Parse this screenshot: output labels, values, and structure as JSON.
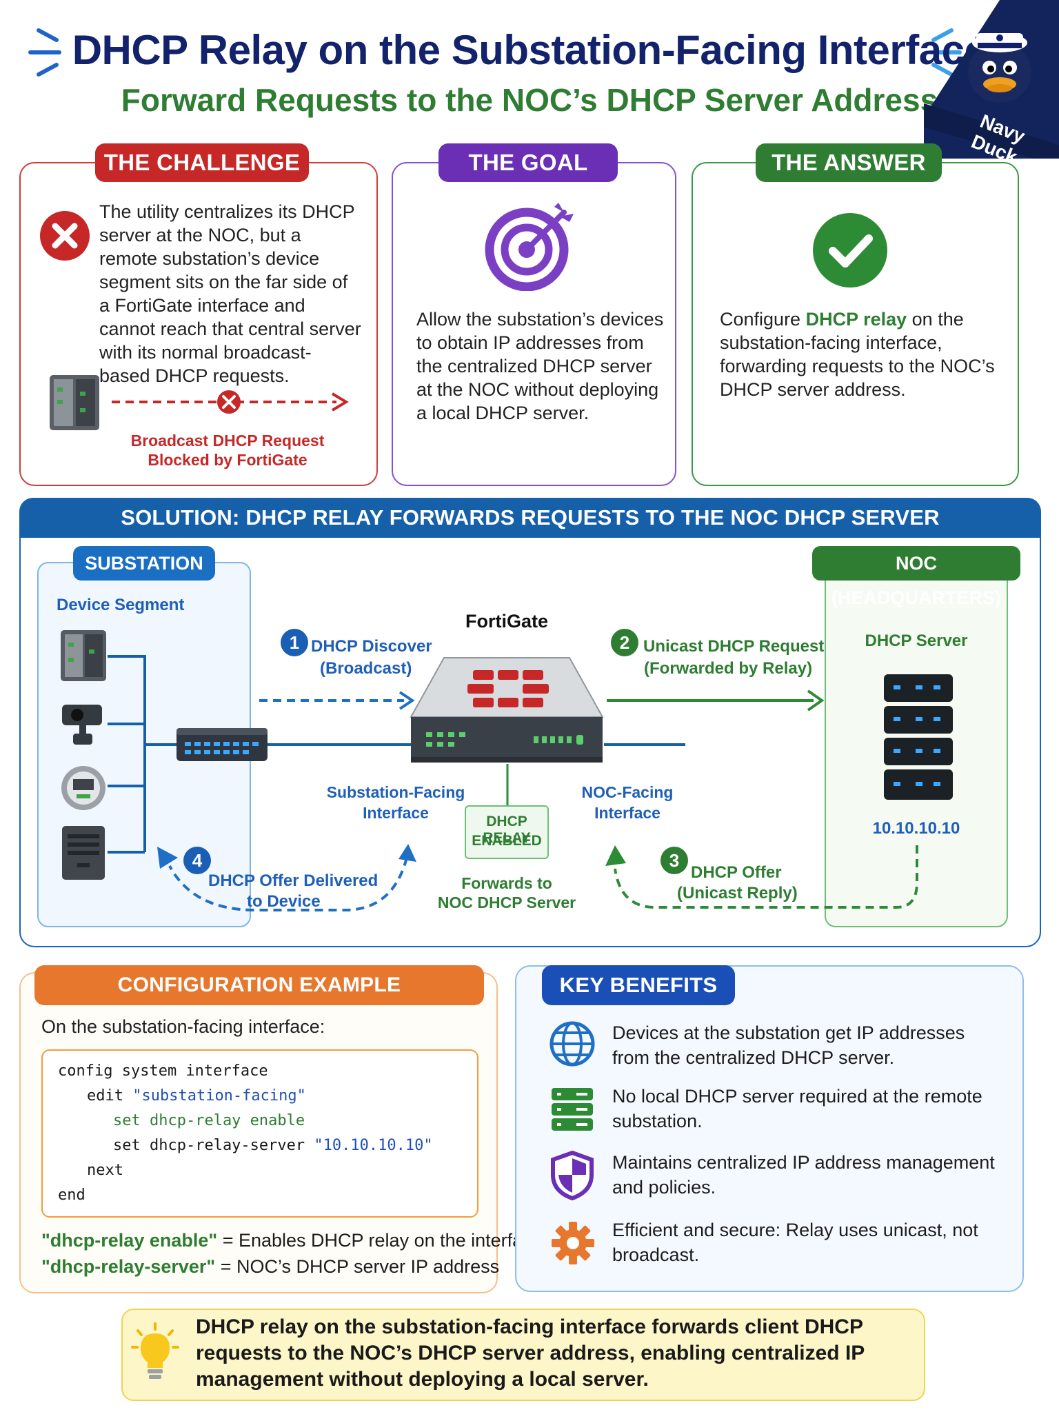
{
  "header": {
    "title": "DHCP Relay on the Substation-Facing Interface",
    "subtitle": "Forward Requests to the NOC’s DHCP Server Address",
    "badge_text": "Navy Duck"
  },
  "panels": {
    "challenge": {
      "label": "THE CHALLENGE",
      "text": "The utility centralizes its DHCP server at the NOC, but a remote substation’s device segment sits on the far side of a FortiGate interface and cannot reach that central server with its normal broadcast-based DHCP requests.",
      "caption_line1": "Broadcast DHCP Request",
      "caption_line2": "Blocked by FortiGate"
    },
    "goal": {
      "label": "THE GOAL",
      "text": "Allow the substation’s devices to obtain IP addresses from the centralized DHCP server at the NOC without deploying a local DHCP server."
    },
    "answer": {
      "label": "THE ANSWER",
      "text_before": "Configure ",
      "text_highlight": "DHCP relay",
      "text_after": " on the substation-facing interface, forwarding requests to the NOC’s DHCP server address."
    }
  },
  "solution": {
    "banner": "SOLUTION: DHCP RELAY FORWARDS REQUESTS TO THE NOC DHCP SERVER",
    "substation_tab": "SUBSTATION",
    "device_segment": "Device Segment",
    "noc_tab": "NOC (HEADQUARTERS)",
    "dhcp_server_label": "DHCP Server",
    "server_ip": "10.10.10.10",
    "fortigate_label": "FortiGate",
    "relay_badge_line1": "DHCP RELAY",
    "relay_badge_line2": "ENABLED",
    "forwards_line1": "Forwards to",
    "forwards_line2": "NOC DHCP Server",
    "sub_iface_line1": "Substation-Facing",
    "sub_iface_line2": "Interface",
    "noc_iface_line1": "NOC-Facing",
    "noc_iface_line2": "Interface",
    "steps": [
      {
        "num": "1",
        "line1": "DHCP Discover",
        "line2": "(Broadcast)"
      },
      {
        "num": "2",
        "line1": "Unicast DHCP Request",
        "line2": "(Forwarded by Relay)"
      },
      {
        "num": "3",
        "line1": "DHCP Offer",
        "line2": "(Unicast Reply)"
      },
      {
        "num": "4",
        "line1": "DHCP Offer Delivered",
        "line2": "to Device"
      }
    ]
  },
  "config": {
    "label": "CONFIGURATION EXAMPLE",
    "intro": "On the substation-facing interface:",
    "code": {
      "line1": "config system interface",
      "line2_kw": "edit ",
      "line2_val": "\"substation-facing\"",
      "line3": "set dhcp-relay enable",
      "line4_kw": "set dhcp-relay-server ",
      "line4_val": "\"10.10.10.10\"",
      "line5": "next",
      "line6": "end"
    },
    "note1_key": "\"dhcp-relay enable\"",
    "note1_text": " = Enables DHCP relay on the interface",
    "note2_key": "\"dhcp-relay-server\"",
    "note2_text": " = NOC’s DHCP server IP address"
  },
  "benefits": {
    "label": "KEY BENEFITS",
    "items": [
      {
        "icon": "globe-icon",
        "text": "Devices at the substation get IP addresses from the centralized DHCP server."
      },
      {
        "icon": "server-stack-icon",
        "text": "No local DHCP server required at the remote substation."
      },
      {
        "icon": "shield-icon",
        "text": "Maintains centralized IP address management and policies."
      },
      {
        "icon": "gear-icon",
        "text": "Efficient and secure: Relay uses unicast, not broadcast."
      }
    ]
  },
  "summary": {
    "icon": "lightbulb-icon",
    "text": "DHCP relay on the substation-facing interface forwards client DHCP requests to the NOC’s DHCP server address, enabling centralized IP management without deploying a local server."
  },
  "colors": {
    "navy": "#13236b",
    "green": "#2e7d32",
    "red": "#c62828",
    "purple": "#6a2fb5",
    "blue": "#1560a8",
    "orange": "#e8772e"
  }
}
